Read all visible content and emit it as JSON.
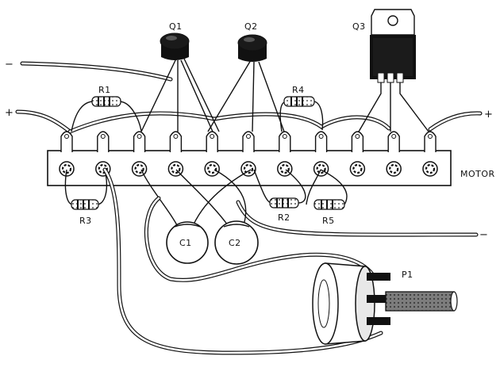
{
  "labels": {
    "q1": "Q1",
    "q2": "Q2",
    "q3": "Q3",
    "r1": "R1",
    "r2": "R2",
    "r3": "R3",
    "r4": "R4",
    "r5": "R5",
    "c1": "C1",
    "c2": "C2",
    "p1": "P1",
    "motor": "MOTOR",
    "plus_left": "+",
    "plus_right": "+",
    "minus_left": "−",
    "minus_right": "−"
  },
  "terminal_strip": {
    "terminal_count": 11
  }
}
